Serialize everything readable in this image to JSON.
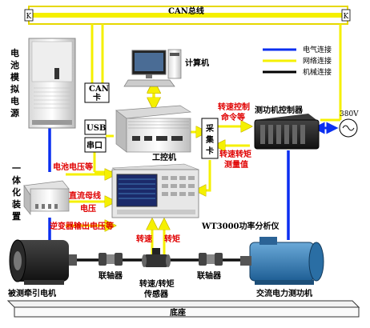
{
  "bus": {
    "title": "CAN总线",
    "end_left": "K",
    "end_right": "K"
  },
  "legend": {
    "items": [
      {
        "label": "电气连接",
        "color": "#0000ff"
      },
      {
        "label": "网络连接",
        "color": "#ffff00"
      },
      {
        "label": "机械连接",
        "color": "#000000"
      }
    ]
  },
  "colors": {
    "electric": "#0b2ff0",
    "network": "#f5f000",
    "mechanical": "#111111",
    "signal": "#e00000"
  },
  "components": {
    "battery_sim": "电池模拟电源",
    "computer": "计算机",
    "can_card": "CAN卡",
    "usb": "USB",
    "serial": "串口",
    "ipc": "工控机",
    "acquisition_card": "采集卡",
    "dyno_controller": "测功机控制器",
    "voltage_source": "380V",
    "integrated_device": "一体化装置",
    "power_analyzer": "WT3000功率分析仪",
    "motor": "被测牵引电机",
    "coupling_left": "联轴器",
    "torque_sensor": "转速/转矩传感器",
    "coupling_right": "联轴器",
    "ac_dyno": "交流电力测功机",
    "base": "底座"
  },
  "signals": {
    "speed_cmd": "转速控制命令等",
    "speed_torque_measure": "转速转矩测量值",
    "battery_voltage": "电池电压等",
    "dc_bus": "直流母线电压",
    "inverter_out": "逆变器输出电压等",
    "speed": "转速",
    "torque": "转矩"
  }
}
